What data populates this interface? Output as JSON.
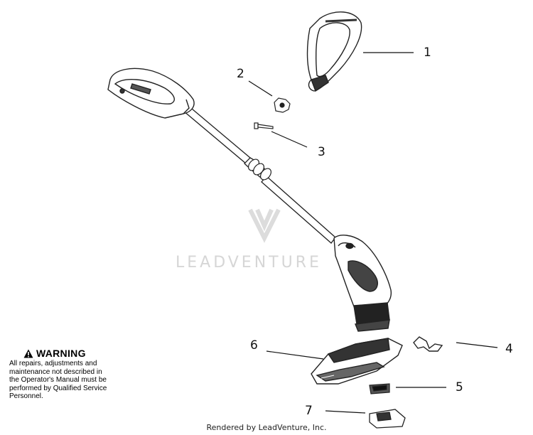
{
  "callouts": [
    {
      "id": "1",
      "label": "1"
    },
    {
      "id": "2",
      "label": "2"
    },
    {
      "id": "3",
      "label": "3"
    },
    {
      "id": "4",
      "label": "4"
    },
    {
      "id": "5",
      "label": "5"
    },
    {
      "id": "6",
      "label": "6"
    },
    {
      "id": "7",
      "label": "7"
    }
  ],
  "warning": {
    "title": "WARNING",
    "lines": [
      "All repairs, adjustments and",
      "maintenance not described in",
      "the Operator's Manual must be",
      "performed by Qualified Service",
      "Personnel."
    ]
  },
  "watermark": {
    "text": "LEADVENTURE"
  },
  "footer": {
    "text": "Rendered by LeadVenture, Inc."
  }
}
